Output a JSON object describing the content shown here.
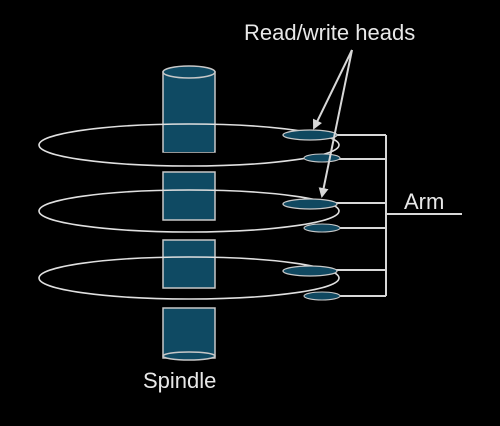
{
  "labels": {
    "heads": "Read/write heads",
    "arm": "Arm",
    "spindle": "Spindle"
  },
  "colors": {
    "background": "#000000",
    "line": "#d8d8d8",
    "spindle_fill": "#0f4a63",
    "head_fill": "#104860",
    "text": "#e8e8e8"
  }
}
